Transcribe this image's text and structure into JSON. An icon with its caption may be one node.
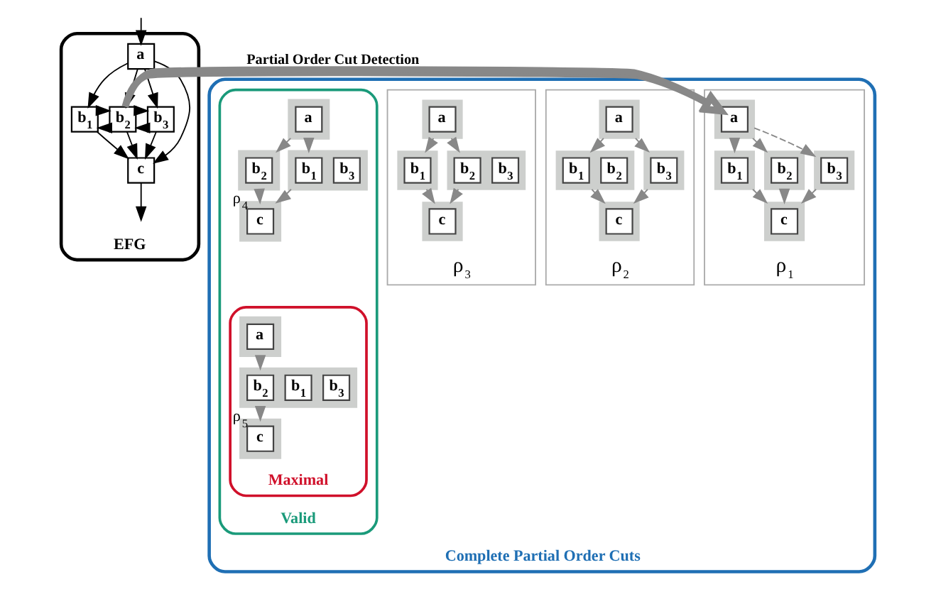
{
  "diagram": {
    "nodes": [
      {
        "text": [
          "EFG"
        ]
      },
      {
        "text": [
          "a"
        ],
        "in": 0
      },
      {
        "text": [
          "b$_{1}$"
        ],
        "in": 0
      },
      {
        "text": [
          "b$_{2}$"
        ],
        "in": 0
      },
      {
        "text": [
          "b$_{3}$"
        ],
        "in": 0
      },
      {
        "text": [
          "c"
        ],
        "in": 0
      },
      {
        "text": [
          "Complete Partial Order Cuts"
        ]
      },
      {
        "text": [
          "ρ$_{1}$"
        ],
        "in": 6
      },
      {
        "text": [],
        "shape": "box",
        "in": 7
      },
      {
        "text": [
          "a"
        ],
        "in": 8
      },
      {
        "text": [],
        "shape": "box",
        "in": 7
      },
      {
        "text": [
          "b$_{1}$"
        ],
        "in": 10
      },
      {
        "text": [],
        "shape": "box",
        "in": 7
      },
      {
        "text": [
          "b$_{2}$"
        ],
        "in": 12
      },
      {
        "text": [],
        "shape": "box",
        "in": 7
      },
      {
        "text": [
          "b$_{3}$"
        ],
        "in": 14
      },
      {
        "text": [],
        "shape": "box",
        "in": 7
      },
      {
        "text": [
          "c"
        ],
        "in": 16
      },
      {
        "text": [
          "ρ$_{2}$"
        ],
        "in": 6
      },
      {
        "text": [],
        "shape": "box",
        "in": 18
      },
      {
        "text": [
          "a"
        ],
        "in": 19
      },
      {
        "text": [],
        "shape": "box",
        "in": 18
      },
      {
        "text": [
          "b$_{1}$"
        ],
        "in": 21
      },
      {
        "text": [
          "b$_{2}$"
        ],
        "in": 21
      },
      {
        "text": [],
        "shape": "box",
        "in": 18
      },
      {
        "text": [
          "b$_{3}$"
        ],
        "in": 24
      },
      {
        "text": [],
        "shape": "box",
        "in": 18
      },
      {
        "text": [
          "c"
        ],
        "in": 26
      },
      {
        "text": [
          "ρ$_{3}$"
        ],
        "in": 6
      },
      {
        "text": [],
        "shape": "box",
        "in": 28
      },
      {
        "text": [
          "a"
        ],
        "in": 29
      },
      {
        "text": [],
        "shape": "box",
        "in": 28
      },
      {
        "text": [
          "b$_{1}$"
        ],
        "in": 31
      },
      {
        "text": [],
        "shape": "box",
        "in": 28
      },
      {
        "text": [
          "b$_{2}$"
        ],
        "in": 33
      },
      {
        "text": [
          "b$_{3}$"
        ],
        "in": 33
      },
      {
        "text": [],
        "shape": "box",
        "in": 28
      },
      {
        "text": [
          "c"
        ],
        "in": 36
      },
      {
        "text": [
          "Valid"
        ],
        "in": 6
      },
      {
        "text": [],
        "shape": "box",
        "in": 38
      },
      {
        "text": [
          "a"
        ],
        "in": 39
      },
      {
        "text": [],
        "shape": "box",
        "in": 38
      },
      {
        "text": [
          "b$_{2}$"
        ],
        "in": 41
      },
      {
        "text": [],
        "shape": "box",
        "in": 38
      },
      {
        "text": [
          "b$_{1}$"
        ],
        "in": 43
      },
      {
        "text": [
          "b$_{3}$"
        ],
        "in": 43
      },
      {
        "text": [],
        "shape": "box",
        "in": 38
      },
      {
        "text": [
          "c"
        ],
        "in": 46,
        "beside": [
          "ρ$_{4}$"
        ]
      },
      {
        "text": [
          "Maximal"
        ],
        "in": 38
      },
      {
        "text": [],
        "shape": "box",
        "in": 48
      },
      {
        "text": [
          "a"
        ],
        "in": 49
      },
      {
        "text": [],
        "shape": "box",
        "in": 48
      },
      {
        "text": [
          "b$_{2}$"
        ],
        "in": 51
      },
      {
        "text": [
          "b$_{1}$"
        ],
        "in": 51
      },
      {
        "text": [
          "b$_{3}$"
        ],
        "in": 51
      },
      {
        "text": [],
        "shape": "box",
        "in": 48
      },
      {
        "text": [
          "c"
        ],
        "in": 55,
        "beside": [
          "ρ$_{5}$"
        ]
      }
    ],
    "edges": [
      {
        "from": null,
        "to": 1,
        "arrow": "to",
        "color": "#000000"
      },
      {
        "from": 1,
        "to": 2,
        "arrow": "to",
        "color": "#000000"
      },
      {
        "from": 1,
        "to": 3,
        "arrow": "to",
        "color": "#000000"
      },
      {
        "from": 1,
        "to": 4,
        "arrow": "to",
        "color": "#000000"
      },
      {
        "from": 3,
        "to": 2,
        "arrow": "to",
        "color": "#000000"
      },
      {
        "from": 2,
        "to": 3,
        "arrow": "to",
        "color": "#000000"
      },
      {
        "from": 4,
        "to": 3,
        "arrow": "to",
        "color": "#000000"
      },
      {
        "from": 3,
        "to": 4,
        "arrow": "to",
        "color": "#000000"
      },
      {
        "from": 2,
        "to": 5,
        "arrow": "to",
        "color": "#000000"
      },
      {
        "from": 3,
        "to": 5,
        "arrow": "to",
        "color": "#000000"
      },
      {
        "from": 4,
        "to": 5,
        "arrow": "to",
        "color": "#000000"
      },
      {
        "from": 1,
        "to": 5,
        "arrow": "to",
        "color": "#000000"
      },
      {
        "from": 5,
        "to": null,
        "arrow": "to",
        "color": "#000000"
      },
      {
        "from": 0,
        "to": 6,
        "arrow": "to",
        "label": "Partial Order Cut Detection",
        "style": "thick"
      },
      {
        "from": 8,
        "to": 10,
        "arrow": "to",
        "style": "dashed"
      },
      {
        "from": 8,
        "to": 12,
        "arrow": "to",
        "style": "dashed"
      },
      {
        "from": 8,
        "to": 14,
        "arrow": "to",
        "style": "dashed"
      },
      {
        "from": 10,
        "to": 16,
        "arrow": "to",
        "style": "dashed"
      },
      {
        "from": 12,
        "to": 16,
        "arrow": "to",
        "style": "dashed"
      },
      {
        "from": 14,
        "to": 16,
        "arrow": "to",
        "style": "dashed"
      },
      {
        "from": 19,
        "to": 21,
        "arrow": "to",
        "style": "dashed"
      },
      {
        "from": 19,
        "to": 24,
        "arrow": "to",
        "style": "dashed"
      },
      {
        "from": 21,
        "to": 26,
        "arrow": "to",
        "style": "dashed"
      },
      {
        "from": 24,
        "to": 26,
        "arrow": "to",
        "style": "dashed"
      },
      {
        "from": 29,
        "to": 31,
        "arrow": "to",
        "style": "dashed"
      },
      {
        "from": 29,
        "to": 33,
        "arrow": "to",
        "style": "dashed"
      },
      {
        "from": 31,
        "to": 36,
        "arrow": "to",
        "style": "dashed"
      },
      {
        "from": 33,
        "to": 36,
        "arrow": "to",
        "style": "dashed"
      },
      {
        "from": 39,
        "to": 41,
        "arrow": "to",
        "style": "dashed"
      },
      {
        "from": 39,
        "to": 43,
        "arrow": "to",
        "style": "dashed"
      },
      {
        "from": 41,
        "to": 46,
        "arrow": "to",
        "style": "dashed"
      },
      {
        "from": 43,
        "to": 46,
        "arrow": "to",
        "style": "dashed"
      },
      {
        "from": 49,
        "to": 51,
        "arrow": "to",
        "style": "dashed"
      },
      {
        "from": 51,
        "to": 55,
        "arrow": "to",
        "style": "dashed"
      }
    ]
  }
}
